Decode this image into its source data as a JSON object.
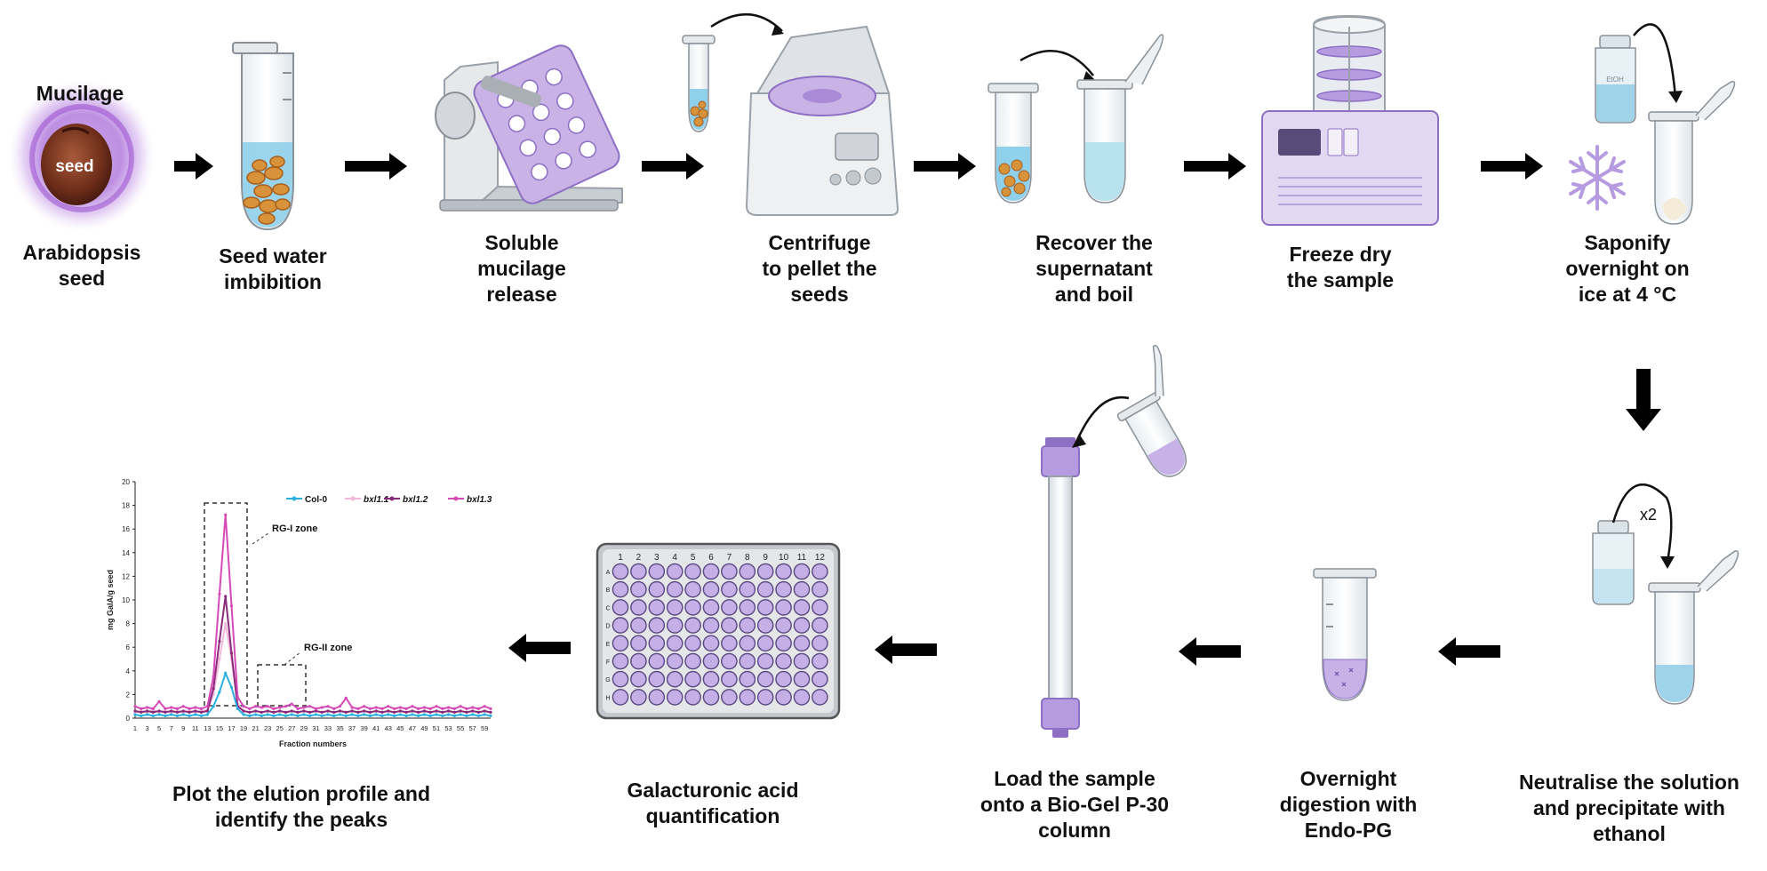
{
  "steps": [
    {
      "id": "s1",
      "lines": [
        "Arabidopsis",
        "seed"
      ]
    },
    {
      "id": "s2",
      "lines": [
        "Seed water",
        "imbibition"
      ]
    },
    {
      "id": "s3",
      "lines": [
        "Soluble",
        "mucilage",
        "release"
      ]
    },
    {
      "id": "s4",
      "lines": [
        "Centrifuge",
        "to pellet the",
        "seeds"
      ]
    },
    {
      "id": "s5",
      "lines": [
        "Recover the",
        "supernatant",
        "and boil"
      ]
    },
    {
      "id": "s6",
      "lines": [
        "Freeze dry",
        "the sample"
      ]
    },
    {
      "id": "s7",
      "lines": [
        "Saponify",
        "overnight on",
        "ice at 4 °C"
      ]
    },
    {
      "id": "s8",
      "lines": [
        "Neutralise the solution",
        "and precipitate with",
        "ethanol"
      ]
    },
    {
      "id": "s9",
      "lines": [
        "Overnight",
        "digestion with",
        "Endo-PG"
      ]
    },
    {
      "id": "s10",
      "lines": [
        "Load the sample",
        "onto a Bio-Gel P-30",
        "column"
      ]
    },
    {
      "id": "s11",
      "lines": [
        "Galacturonic acid",
        "quantification"
      ]
    },
    {
      "id": "s12",
      "lines": [
        "Plot the elution profile and",
        "identify the peaks"
      ]
    }
  ],
  "seed_labels": {
    "mucilage": "Mucilage",
    "seed": "seed"
  },
  "repeat_label": "x2",
  "bottle_label": "EtOH",
  "plate": {
    "columns": [
      "1",
      "2",
      "3",
      "4",
      "5",
      "6",
      "7",
      "8",
      "9",
      "10",
      "11",
      "12"
    ],
    "rows": [
      "A",
      "B",
      "C",
      "D",
      "E",
      "F",
      "G",
      "H"
    ]
  },
  "colors": {
    "purple": "#b49ad8",
    "purple_dark": "#7d5fb0",
    "liquid": "#a9d9ef",
    "seed": "#d8923a",
    "arrow": "#000000"
  },
  "chart_data": {
    "type": "line",
    "xlabel": "Fraction numbers",
    "ylabel": "mg GalA/g seed",
    "xlim": [
      1,
      60
    ],
    "ylim": [
      0,
      20
    ],
    "yticks": [
      0,
      2,
      4,
      6,
      8,
      10,
      12,
      14,
      16,
      18,
      20
    ],
    "xticks": [
      "1",
      "3",
      "5",
      "7",
      "9",
      "11",
      "13",
      "15",
      "17",
      "19",
      "21",
      "23",
      "25",
      "27",
      "29",
      "31",
      "33",
      "35",
      "37",
      "39",
      "41",
      "43",
      "45",
      "47",
      "49",
      "51",
      "53",
      "55",
      "57",
      "59"
    ],
    "annotations": [
      {
        "text": "RG-I zone"
      },
      {
        "text": "RG-II zone"
      }
    ],
    "series": [
      {
        "name": "Col-0",
        "color": "#2ab0e0",
        "points": [
          [
            1,
            0.3
          ],
          [
            2,
            0.2
          ],
          [
            3,
            0.3
          ],
          [
            4,
            0.2
          ],
          [
            5,
            0.3
          ],
          [
            6,
            0.2
          ],
          [
            7,
            0.3
          ],
          [
            8,
            0.2
          ],
          [
            9,
            0.3
          ],
          [
            10,
            0.2
          ],
          [
            11,
            0.3
          ],
          [
            12,
            0.2
          ],
          [
            13,
            0.3
          ],
          [
            14,
            1.0
          ],
          [
            15,
            2.2
          ],
          [
            16,
            3.8
          ],
          [
            17,
            2.6
          ],
          [
            18,
            0.8
          ],
          [
            19,
            0.3
          ],
          [
            20,
            0.2
          ],
          [
            21,
            0.3
          ],
          [
            22,
            0.2
          ],
          [
            23,
            0.3
          ],
          [
            24,
            0.2
          ],
          [
            25,
            0.3
          ],
          [
            26,
            0.2
          ],
          [
            27,
            0.3
          ],
          [
            28,
            0.2
          ],
          [
            29,
            0.3
          ],
          [
            30,
            0.2
          ],
          [
            31,
            0.3
          ],
          [
            32,
            0.2
          ],
          [
            33,
            0.3
          ],
          [
            34,
            0.2
          ],
          [
            35,
            0.3
          ],
          [
            36,
            0.2
          ],
          [
            37,
            0.3
          ],
          [
            38,
            0.2
          ],
          [
            39,
            0.3
          ],
          [
            40,
            0.2
          ],
          [
            41,
            0.3
          ],
          [
            42,
            0.2
          ],
          [
            43,
            0.3
          ],
          [
            44,
            0.2
          ],
          [
            45,
            0.3
          ],
          [
            46,
            0.2
          ],
          [
            47,
            0.3
          ],
          [
            48,
            0.2
          ],
          [
            49,
            0.3
          ],
          [
            50,
            0.2
          ],
          [
            51,
            0.3
          ],
          [
            52,
            0.2
          ],
          [
            53,
            0.3
          ],
          [
            54,
            0.2
          ],
          [
            55,
            0.3
          ],
          [
            56,
            0.2
          ],
          [
            57,
            0.3
          ],
          [
            58,
            0.2
          ],
          [
            59,
            0.3
          ],
          [
            60,
            0.2
          ]
        ]
      },
      {
        "name": "bxl1.1",
        "color": "#f2b8da",
        "points": [
          [
            1,
            0.5
          ],
          [
            2,
            0.6
          ],
          [
            3,
            0.5
          ],
          [
            4,
            0.7
          ],
          [
            5,
            0.5
          ],
          [
            6,
            0.6
          ],
          [
            7,
            0.5
          ],
          [
            8,
            0.6
          ],
          [
            9,
            0.5
          ],
          [
            10,
            0.6
          ],
          [
            11,
            0.5
          ],
          [
            12,
            0.6
          ],
          [
            13,
            0.7
          ],
          [
            14,
            2.0
          ],
          [
            15,
            5.0
          ],
          [
            16,
            8.0
          ],
          [
            17,
            5.0
          ],
          [
            18,
            1.2
          ],
          [
            19,
            0.6
          ],
          [
            20,
            0.5
          ],
          [
            21,
            0.6
          ],
          [
            22,
            0.5
          ],
          [
            23,
            0.6
          ],
          [
            24,
            0.5
          ],
          [
            25,
            0.6
          ],
          [
            26,
            0.5
          ],
          [
            27,
            0.6
          ],
          [
            28,
            0.5
          ],
          [
            29,
            0.6
          ],
          [
            30,
            0.5
          ],
          [
            31,
            0.6
          ],
          [
            32,
            0.5
          ],
          [
            33,
            0.6
          ],
          [
            34,
            0.5
          ],
          [
            35,
            0.6
          ],
          [
            36,
            0.5
          ],
          [
            37,
            0.6
          ],
          [
            38,
            0.5
          ],
          [
            39,
            0.6
          ],
          [
            40,
            0.5
          ],
          [
            41,
            0.6
          ],
          [
            42,
            0.5
          ],
          [
            43,
            0.6
          ],
          [
            44,
            0.5
          ],
          [
            45,
            0.6
          ],
          [
            46,
            0.5
          ],
          [
            47,
            0.6
          ],
          [
            48,
            0.5
          ],
          [
            49,
            0.6
          ],
          [
            50,
            0.5
          ],
          [
            51,
            0.6
          ],
          [
            52,
            0.5
          ],
          [
            53,
            0.6
          ],
          [
            54,
            0.5
          ],
          [
            55,
            0.6
          ],
          [
            56,
            0.5
          ],
          [
            57,
            0.6
          ],
          [
            58,
            0.5
          ],
          [
            59,
            0.6
          ],
          [
            60,
            0.5
          ]
        ]
      },
      {
        "name": "bxl1.2",
        "color": "#8a2a7a",
        "points": [
          [
            1,
            0.6
          ],
          [
            2,
            0.5
          ],
          [
            3,
            0.6
          ],
          [
            4,
            0.5
          ],
          [
            5,
            0.6
          ],
          [
            6,
            0.5
          ],
          [
            7,
            0.6
          ],
          [
            8,
            0.5
          ],
          [
            9,
            0.6
          ],
          [
            10,
            0.5
          ],
          [
            11,
            0.6
          ],
          [
            12,
            0.5
          ],
          [
            13,
            0.6
          ],
          [
            14,
            2.5
          ],
          [
            15,
            6.5
          ],
          [
            16,
            10.3
          ],
          [
            17,
            5.5
          ],
          [
            18,
            1.0
          ],
          [
            19,
            0.6
          ],
          [
            20,
            0.5
          ],
          [
            21,
            0.6
          ],
          [
            22,
            0.5
          ],
          [
            23,
            0.6
          ],
          [
            24,
            0.5
          ],
          [
            25,
            0.6
          ],
          [
            26,
            0.5
          ],
          [
            27,
            0.6
          ],
          [
            28,
            0.5
          ],
          [
            29,
            0.6
          ],
          [
            30,
            0.5
          ],
          [
            31,
            0.6
          ],
          [
            32,
            0.5
          ],
          [
            33,
            0.6
          ],
          [
            34,
            0.5
          ],
          [
            35,
            0.6
          ],
          [
            36,
            0.5
          ],
          [
            37,
            0.6
          ],
          [
            38,
            0.5
          ],
          [
            39,
            0.6
          ],
          [
            40,
            0.5
          ],
          [
            41,
            0.6
          ],
          [
            42,
            0.5
          ],
          [
            43,
            0.6
          ],
          [
            44,
            0.5
          ],
          [
            45,
            0.6
          ],
          [
            46,
            0.5
          ],
          [
            47,
            0.6
          ],
          [
            48,
            0.5
          ],
          [
            49,
            0.6
          ],
          [
            50,
            0.5
          ],
          [
            51,
            0.6
          ],
          [
            52,
            0.5
          ],
          [
            53,
            0.6
          ],
          [
            54,
            0.5
          ],
          [
            55,
            0.6
          ],
          [
            56,
            0.5
          ],
          [
            57,
            0.6
          ],
          [
            58,
            0.5
          ],
          [
            59,
            0.6
          ],
          [
            60,
            0.5
          ]
        ]
      },
      {
        "name": "bxl1.3",
        "color": "#d64ab8",
        "points": [
          [
            1,
            1.0
          ],
          [
            2,
            0.8
          ],
          [
            3,
            0.9
          ],
          [
            4,
            0.8
          ],
          [
            5,
            1.4
          ],
          [
            6,
            0.8
          ],
          [
            7,
            0.9
          ],
          [
            8,
            0.8
          ],
          [
            9,
            1.0
          ],
          [
            10,
            0.8
          ],
          [
            11,
            0.9
          ],
          [
            12,
            0.8
          ],
          [
            13,
            1.0
          ],
          [
            14,
            3.5
          ],
          [
            15,
            10.5
          ],
          [
            16,
            17.2
          ],
          [
            17,
            9.5
          ],
          [
            18,
            1.8
          ],
          [
            19,
            1.0
          ],
          [
            20,
            0.8
          ],
          [
            21,
            1.0
          ],
          [
            22,
            0.9
          ],
          [
            23,
            1.0
          ],
          [
            24,
            0.8
          ],
          [
            25,
            0.9
          ],
          [
            26,
            1.0
          ],
          [
            27,
            1.2
          ],
          [
            28,
            0.8
          ],
          [
            29,
            0.9
          ],
          [
            30,
            1.0
          ],
          [
            31,
            0.8
          ],
          [
            32,
            0.9
          ],
          [
            33,
            1.0
          ],
          [
            34,
            0.8
          ],
          [
            35,
            1.0
          ],
          [
            36,
            1.7
          ],
          [
            37,
            0.9
          ],
          [
            38,
            0.8
          ],
          [
            39,
            1.0
          ],
          [
            40,
            0.8
          ],
          [
            41,
            0.9
          ],
          [
            42,
            0.8
          ],
          [
            43,
            1.0
          ],
          [
            44,
            0.8
          ],
          [
            45,
            0.9
          ],
          [
            46,
            0.8
          ],
          [
            47,
            1.0
          ],
          [
            48,
            0.8
          ],
          [
            49,
            0.9
          ],
          [
            50,
            0.8
          ],
          [
            51,
            1.0
          ],
          [
            52,
            0.8
          ],
          [
            53,
            0.9
          ],
          [
            54,
            0.8
          ],
          [
            55,
            1.0
          ],
          [
            56,
            0.8
          ],
          [
            57,
            0.9
          ],
          [
            58,
            0.8
          ],
          [
            59,
            1.0
          ],
          [
            60,
            0.8
          ]
        ]
      }
    ]
  }
}
